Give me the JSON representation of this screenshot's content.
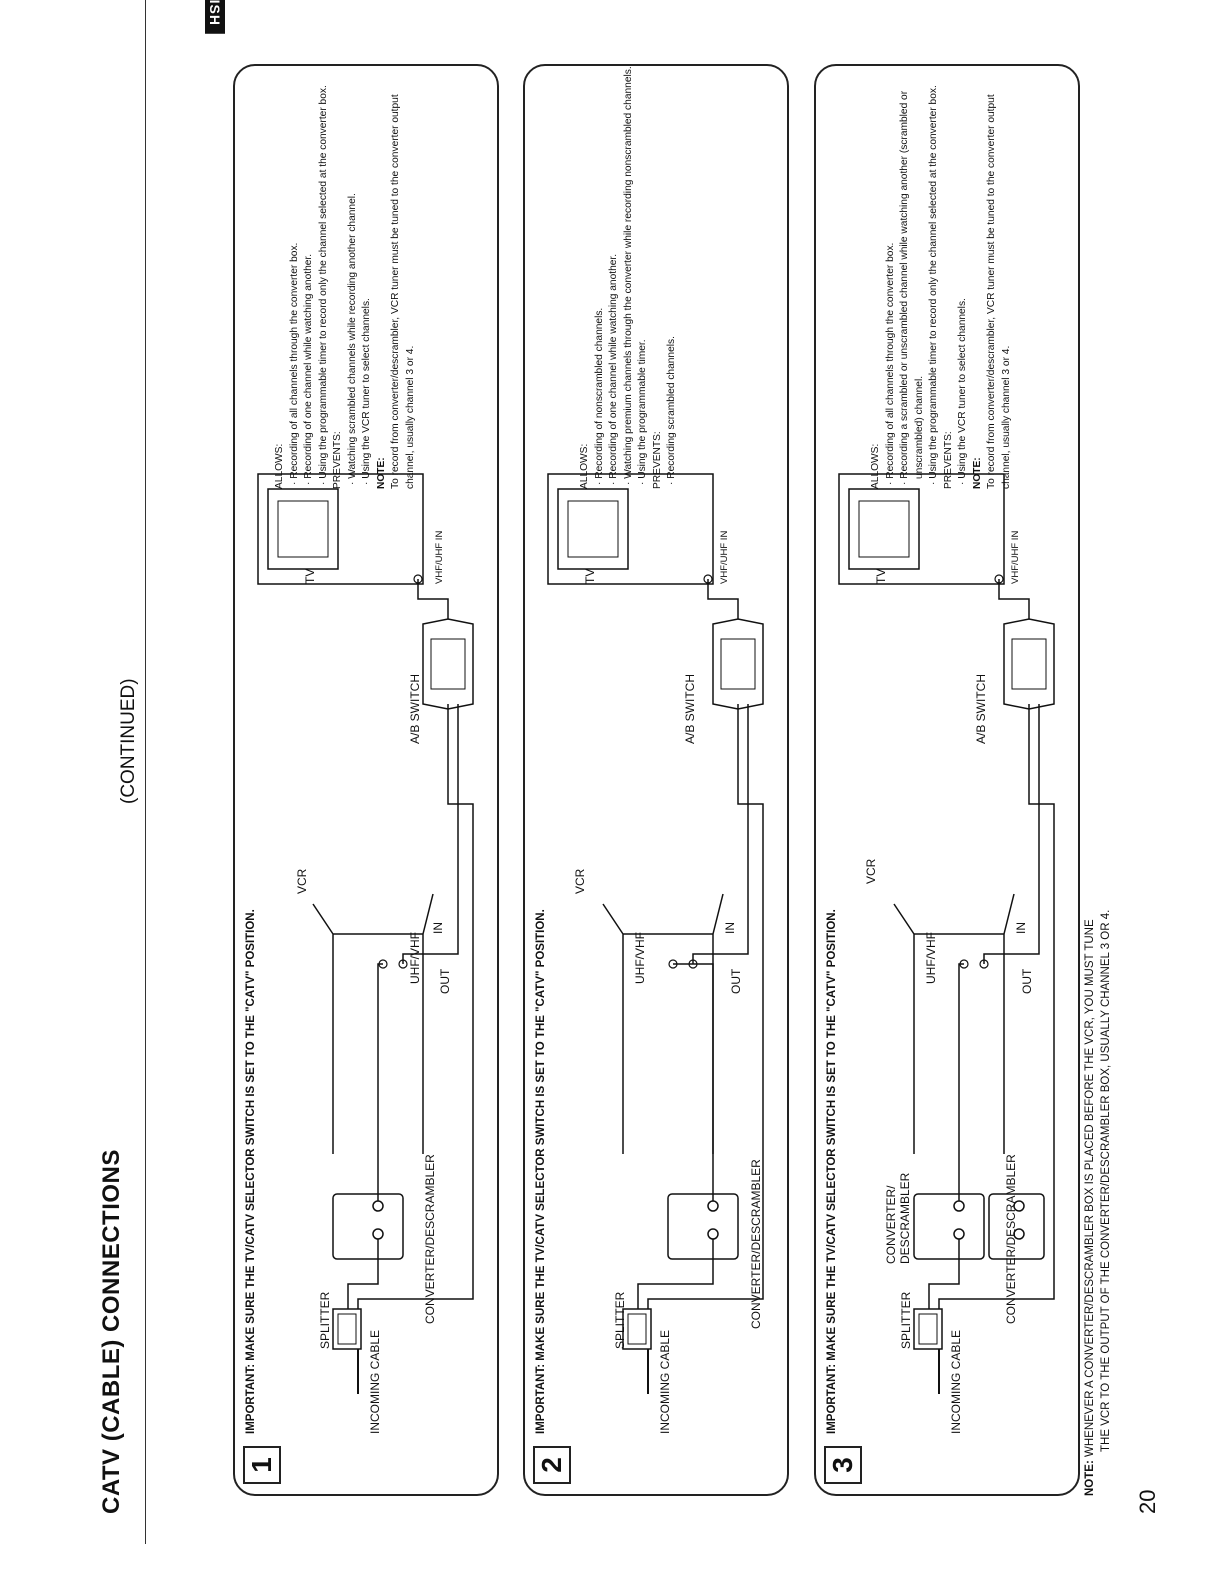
{
  "header": {
    "title": "CATV (CABLE) CONNECTIONS",
    "continued": "(CONTINUED)",
    "page_number": "20",
    "language_badge": "ENGLISH"
  },
  "panels": [
    {
      "number": "1",
      "important": "IMPORTANT: MAKE SURE THE TV/CATV SELECTOR SWITCH IS SET TO THE \"CATV\" POSITION.",
      "labels": {
        "incoming_cable": "INCOMING CABLE",
        "splitter": "SPLITTER",
        "converter": "CONVERTER/DESCRAMBLER",
        "vcr": "VCR",
        "uhf_vhf": "UHF/VHF",
        "in": "IN",
        "out": "OUT",
        "ab_switch": "A/B SWITCH",
        "tv": "TV",
        "vhf_uhf_in": "VHF/UHF IN"
      },
      "allows_heading": "ALLOWS:",
      "allows": [
        "Recording of all channels through the converter box.",
        "Recording of one channel while watching another.",
        "Using the programmable timer to record only the channel selected at the converter box."
      ],
      "prevents_heading": "PREVENTS:",
      "prevents": [
        "Watching scrambled channels while recording another channel.",
        "Using the VCR tuner to select channels."
      ],
      "note_heading": "NOTE:",
      "note": "To record from converter/descrambler, VCR tuner must be tuned to the converter output channel, usually channel 3 or 4."
    },
    {
      "number": "2",
      "important": "IMPORTANT: MAKE SURE THE TV/CATV SELECTOR SWITCH IS SET TO THE \"CATV\" POSITION.",
      "labels": {
        "incoming_cable": "INCOMING CABLE",
        "splitter": "SPLITTER",
        "converter": "CONVERTER/DESCRAMBLER",
        "vcr": "VCR",
        "uhf_vhf": "UHF/VHF",
        "in": "IN",
        "out": "OUT",
        "ab_switch": "A/B SWITCH",
        "tv": "TV",
        "vhf_uhf_in": "VHF/UHF IN"
      },
      "allows_heading": "ALLOWS:",
      "allows": [
        "Recording of nonscrambled channels.",
        "Recording of one channel while watching another.",
        "Watching premium channels through the converter while recording nonscrambled channels.",
        "Using the programmable timer."
      ],
      "prevents_heading": "PREVENTS:",
      "prevents": [
        "Recording scrambled channels."
      ]
    },
    {
      "number": "3",
      "important": "IMPORTANT: MAKE SURE THE TV/CATV SELECTOR SWITCH IS SET TO THE \"CATV\" POSITION.",
      "labels": {
        "incoming_cable": "INCOMING CABLE",
        "splitter": "SPLITTER",
        "converter_top": "CONVERTER/ DESCRAMBLER",
        "converter": "CONVERTER/DESCRAMBLER",
        "vcr": "VCR",
        "uhf_vhf": "UHF/VHF",
        "in": "IN",
        "out": "OUT",
        "ab_switch": "A/B SWITCH",
        "tv": "TV",
        "vhf_uhf_in": "VHF/UHF IN"
      },
      "allows_heading": "ALLOWS:",
      "allows": [
        "Recording of all channels through the converter box.",
        "Recording a scrambled or unscrambled channel while watching another (scrambled or unscrambled) channel.",
        "Using the programmable timer to record only the channel selected at the converter box."
      ],
      "prevents_heading": "PREVENTS:",
      "prevents": [
        "Using the VCR tuner to select channels."
      ],
      "note_heading": "NOTE:",
      "note": "To record from converter/descrambler, VCR tuner must be tuned to the converter output channel, usually channel 3 or 4."
    }
  ],
  "bottom_note": {
    "heading": "NOTE:",
    "line1": "WHENEVER A CONVERTER/DESCRAMBLER BOX IS PLACED BEFORE THE VCR, YOU MUST TUNE",
    "line2": "THE VCR TO THE OUTPUT OF THE CONVERTER/DESCRAMBLER BOX, USUALLY CHANNEL 3 OR 4."
  }
}
